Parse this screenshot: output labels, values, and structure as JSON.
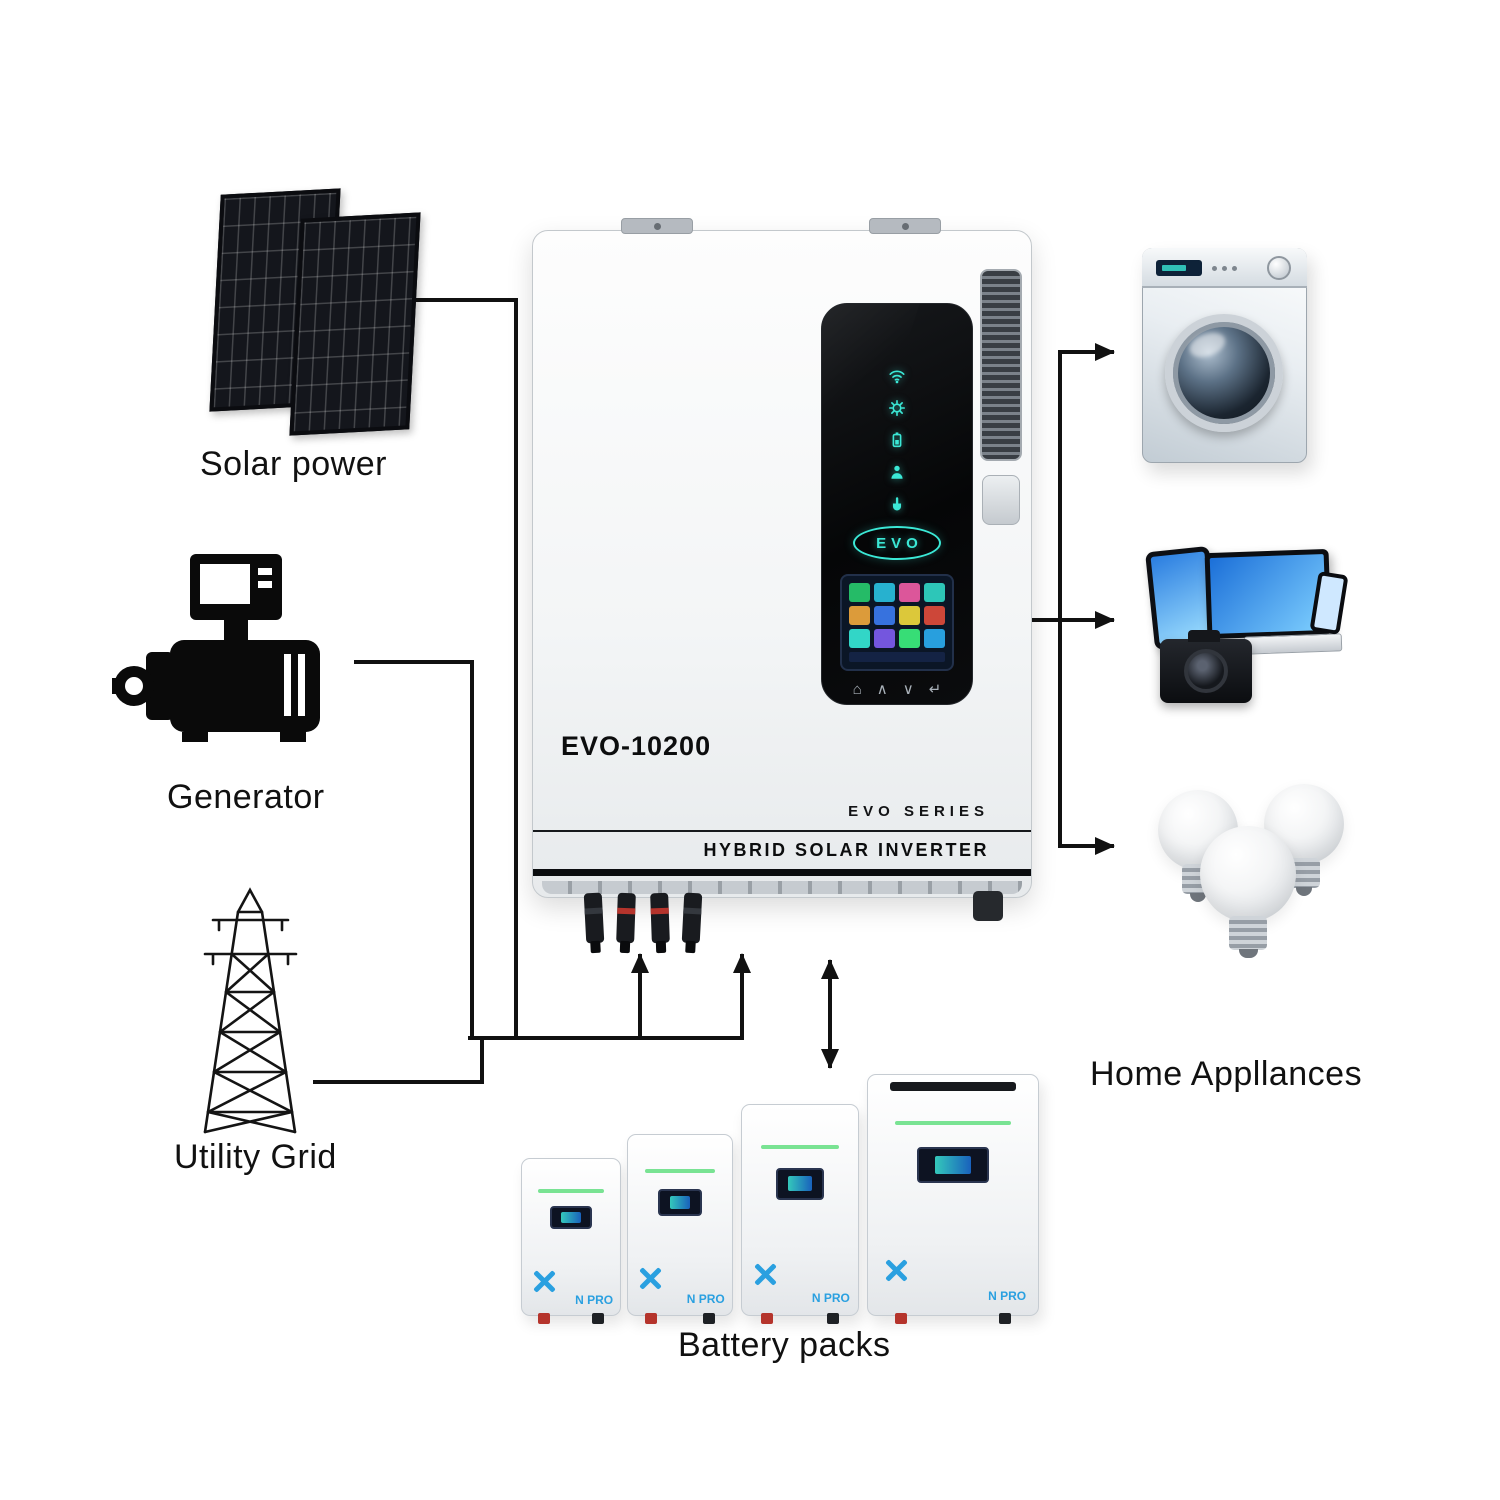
{
  "labels": {
    "solar": "Solar power",
    "generator": "Generator",
    "utility": "Utility Grid",
    "appliances": "Home Appllances",
    "battery": "Battery packs"
  },
  "inverter": {
    "model": "EVO-10200",
    "series": "EVO SERIES",
    "product": "HYBRID SOLAR INVERTER",
    "logo": "EVO",
    "display_icons": [
      "wifi-icon",
      "gear-icon",
      "battery-icon",
      "person-icon",
      "touch-icon"
    ],
    "buttons": [
      {
        "name": "home",
        "glyph": "⌂"
      },
      {
        "name": "up",
        "glyph": "∧"
      },
      {
        "name": "down",
        "glyph": "∨"
      },
      {
        "name": "enter",
        "glyph": "↵"
      }
    ]
  },
  "battery": {
    "brand": "N PRO",
    "unit_count": 4
  },
  "colors": {
    "accent": "#3be8d6",
    "line": "#111111",
    "brand_blue": "#2aa0e0",
    "green": "#79e393",
    "screen_blue": "#2f86e8"
  }
}
